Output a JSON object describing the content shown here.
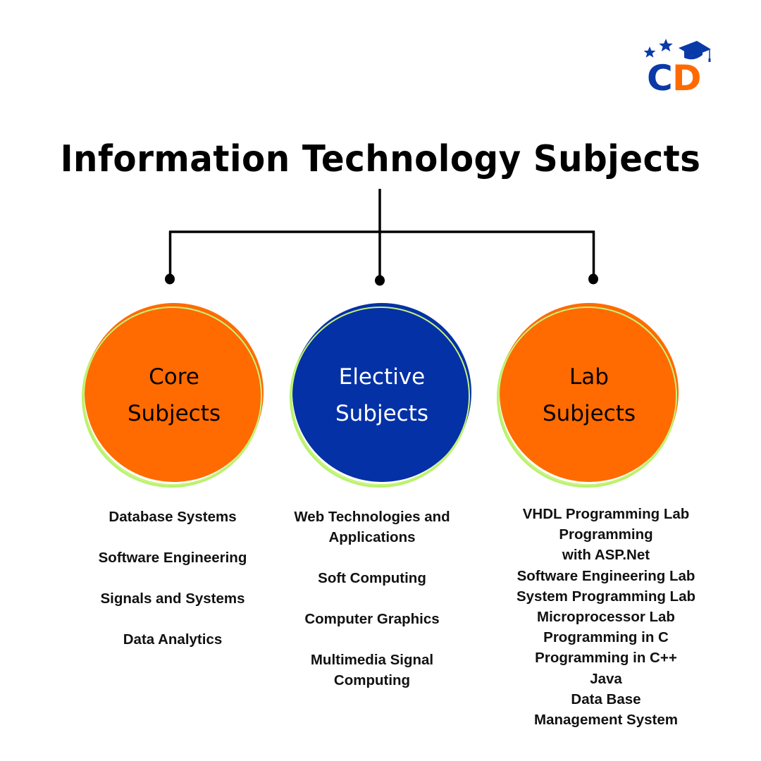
{
  "logo": {
    "letters": [
      "C",
      "D"
    ],
    "colors": {
      "c": "#0a3aa8",
      "d": "#ff6a00",
      "stars": "#0a3aa8",
      "cap": "#0a3aa8"
    }
  },
  "title": "Information Technology Subjects",
  "colors": {
    "orange": "#ff6b00",
    "blue": "#0431a6",
    "ring": "#b8f26a",
    "line": "#000000"
  },
  "categories": [
    {
      "id": "core",
      "label_line1": "Core",
      "label_line2": "Subjects",
      "fill": "#ff6b00",
      "text_color": "#000000",
      "items": [
        "Database Systems",
        "Software Engineering",
        "Signals and Systems",
        "Data Analytics"
      ]
    },
    {
      "id": "elective",
      "label_line1": "Elective",
      "label_line2": "Subjects",
      "fill": "#0431a6",
      "text_color": "#ffffff",
      "items": [
        "Web Technologies and Applications",
        "Soft Computing",
        "Computer Graphics",
        "Multimedia Signal Computing"
      ]
    },
    {
      "id": "lab",
      "label_line1": "Lab",
      "label_line2": "Subjects",
      "fill": "#ff6b00",
      "text_color": "#000000",
      "items": [
        "VHDL Programming Lab",
        "Programming with ASP.Net",
        "Software Engineering Lab",
        "System Programming Lab",
        "Microprocessor Lab",
        "Programming in C",
        "Programming in C++",
        "Java",
        "Data Base Management System"
      ]
    }
  ]
}
